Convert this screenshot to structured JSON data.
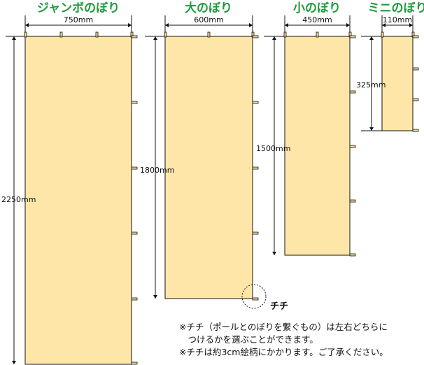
{
  "colors": {
    "flag_fill": "#fde6a8",
    "title": "#1f9a3c",
    "line": "#111111",
    "tab_fill": "#f2d79a"
  },
  "flags": [
    {
      "title": "ジャンボのぼり",
      "width_label": "750mm",
      "height_label": "2250mm"
    },
    {
      "title": "大のぼり",
      "width_label": "600mm",
      "height_label": "1800mm"
    },
    {
      "title": "小のぼり",
      "width_label": "450mm",
      "height_label": "1500mm"
    },
    {
      "title": "ミニのぼり",
      "width_label": "110mm",
      "height_label": "325mm"
    }
  ],
  "chichi_label": "チチ",
  "notes": [
    "※チチ（ポールとのぼりを繋ぐもの）は左右どちらに",
    "　つけるかを選ぶことができます。",
    "※チチは約3cm絵柄にかかります。ご了承ください。"
  ]
}
